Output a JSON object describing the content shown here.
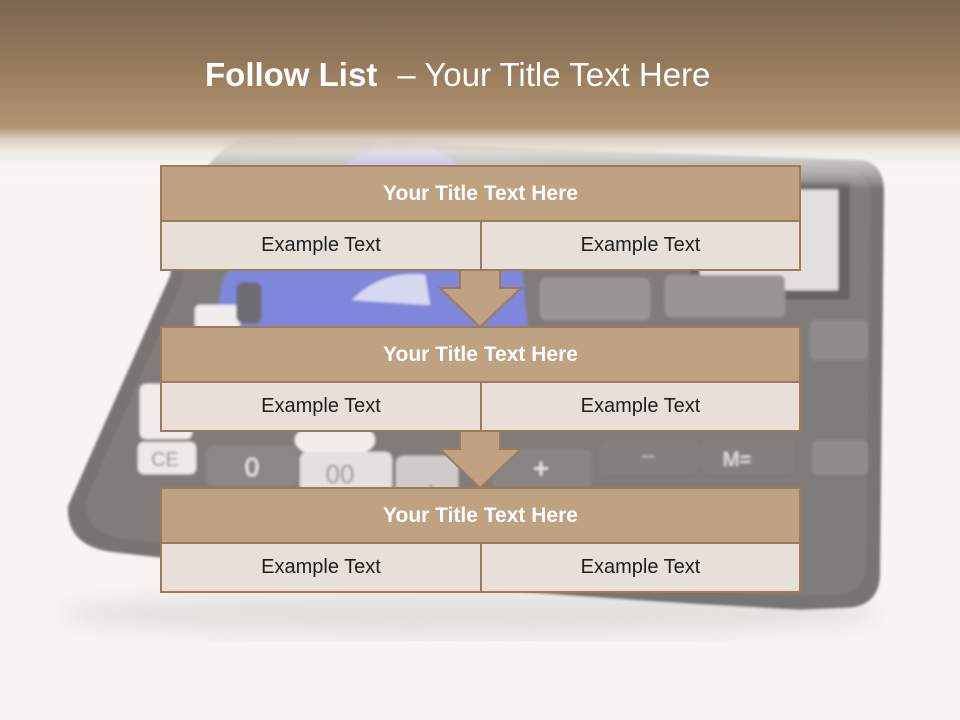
{
  "slide": {
    "title": {
      "bold": "Follow List",
      "rest": "– Your Title Text Here"
    }
  },
  "steps": [
    {
      "title": "Your Title Text Here",
      "cells": [
        "Example Text",
        "Example Text"
      ]
    },
    {
      "title": "Your Title Text Here",
      "cells": [
        "Example Text",
        "Example Text"
      ]
    },
    {
      "title": "Your Title Text Here",
      "cells": [
        "Example Text",
        "Example Text"
      ]
    }
  ],
  "connectors": [
    "down-arrow-icon",
    "down-arrow-icon"
  ],
  "background": {
    "calculator_keys": [
      "CE",
      "0",
      "00",
      ".",
      "+",
      "−",
      "M="
    ]
  },
  "colors": {
    "header_top": "#7a6853",
    "header_bottom": "#b39673",
    "title_text": "#ffffff",
    "title_fill": "#bea282",
    "cell_fill": "#e7dfd8",
    "cell_text": "#1e1e1e",
    "border": "#9b7b5b",
    "arrow_fill": "#bfa283"
  }
}
